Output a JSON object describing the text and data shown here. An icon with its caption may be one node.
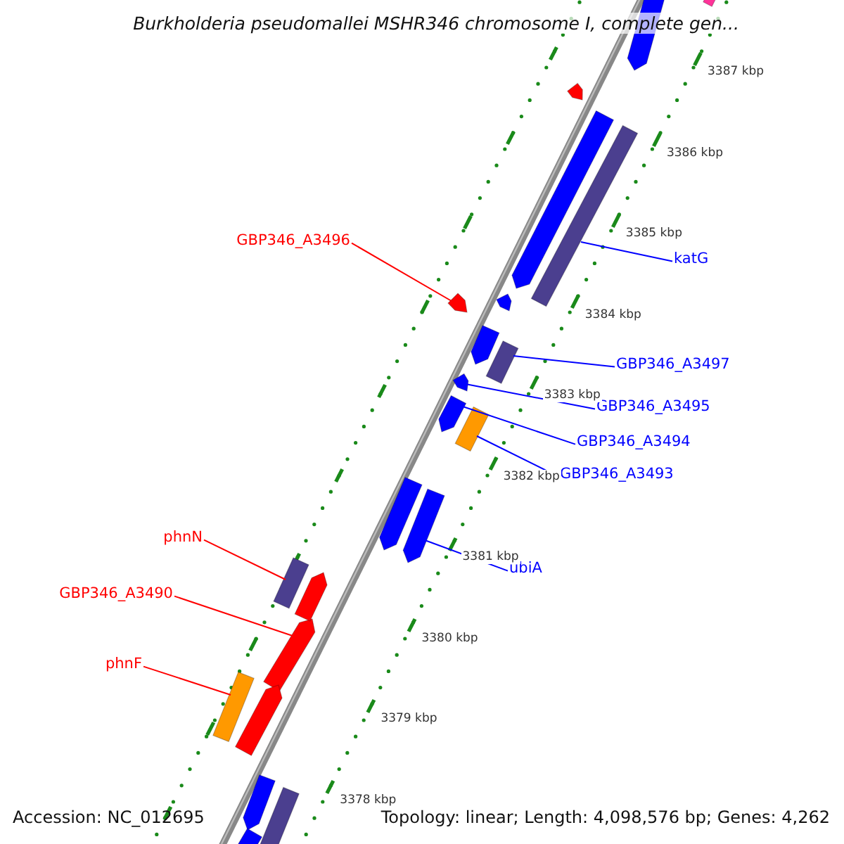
{
  "diagram": {
    "title": "Burkholderia pseudomallei MSHR346 chromosome I, complete gen...",
    "nodes": [
      {
        "text": [
          "GBP346_A3496"
        ]
      },
      {
        "text": [],
        "shape": "pentagon"
      },
      {
        "text": [
          "katG"
        ]
      },
      {
        "text": [],
        "shape": "bar"
      },
      {
        "text": [
          "GBP346_A3497"
        ]
      },
      {
        "text": [],
        "shape": "bar"
      },
      {
        "text": [
          "GBP346_A3495"
        ]
      },
      {
        "text": [],
        "shape": "pentagon"
      },
      {
        "text": [
          "GBP346_A3494"
        ]
      },
      {
        "text": [],
        "shape": "pentagon"
      },
      {
        "text": [
          "GBP346_A3493"
        ]
      },
      {
        "text": [],
        "shape": "bar"
      },
      {
        "text": [
          "ubiA"
        ]
      },
      {
        "text": [],
        "shape": "pentagon"
      },
      {
        "text": [
          "phnN"
        ]
      },
      {
        "text": [],
        "shape": "bar"
      },
      {
        "text": [
          "GBP346_A3490"
        ]
      },
      {
        "text": [],
        "shape": "pentagon"
      },
      {
        "text": [
          "phnF"
        ]
      },
      {
        "text": [],
        "shape": "bar"
      },
      {
        "text": [],
        "shape": "pentagon"
      },
      {
        "text": [],
        "shape": "bar"
      },
      {
        "text": [],
        "shape": "pentagon"
      },
      {
        "text": [],
        "shape": "pentagon"
      },
      {
        "text": [],
        "shape": "pentagon"
      },
      {
        "text": [],
        "shape": "pentagon"
      },
      {
        "text": [],
        "shape": "pentagon"
      },
      {
        "text": [],
        "shape": "pentagon"
      },
      {
        "text": [],
        "shape": "pentagon"
      },
      {
        "text": [],
        "shape": "pentagon"
      },
      {
        "text": [],
        "shape": "bar"
      },
      {
        "text": [],
        "shape": "bar"
      }
    ],
    "edges": [
      {
        "from": 0,
        "to": 1,
        "arrow": "none",
        "color": "#ff0000"
      },
      {
        "from": 2,
        "to": 3,
        "arrow": "none"
      },
      {
        "from": 4,
        "to": 5,
        "arrow": "none"
      },
      {
        "from": 6,
        "to": 7,
        "arrow": "none"
      },
      {
        "from": 8,
        "to": 9,
        "arrow": "none"
      },
      {
        "from": 10,
        "to": 11,
        "arrow": "none"
      },
      {
        "from": 12,
        "to": 13,
        "arrow": "none"
      },
      {
        "from": 14,
        "to": 15,
        "arrow": "none",
        "color": "#ff0000"
      },
      {
        "from": 16,
        "to": 17,
        "arrow": "none",
        "color": "#ff0000"
      },
      {
        "from": 18,
        "to": 19,
        "arrow": "none",
        "color": "#ff0000"
      }
    ],
    "labels": [
      "3387 kbp",
      "3386 kbp",
      "3385 kbp",
      "3384 kbp",
      "3383 kbp",
      "3382 kbp",
      "3381 kbp",
      "3380 kbp",
      "3379 kbp",
      "3378 kbp",
      "Accession: NC_012695",
      "Topology: linear; Length: 4,098,576 bp; Genes: 4,262"
    ]
  }
}
